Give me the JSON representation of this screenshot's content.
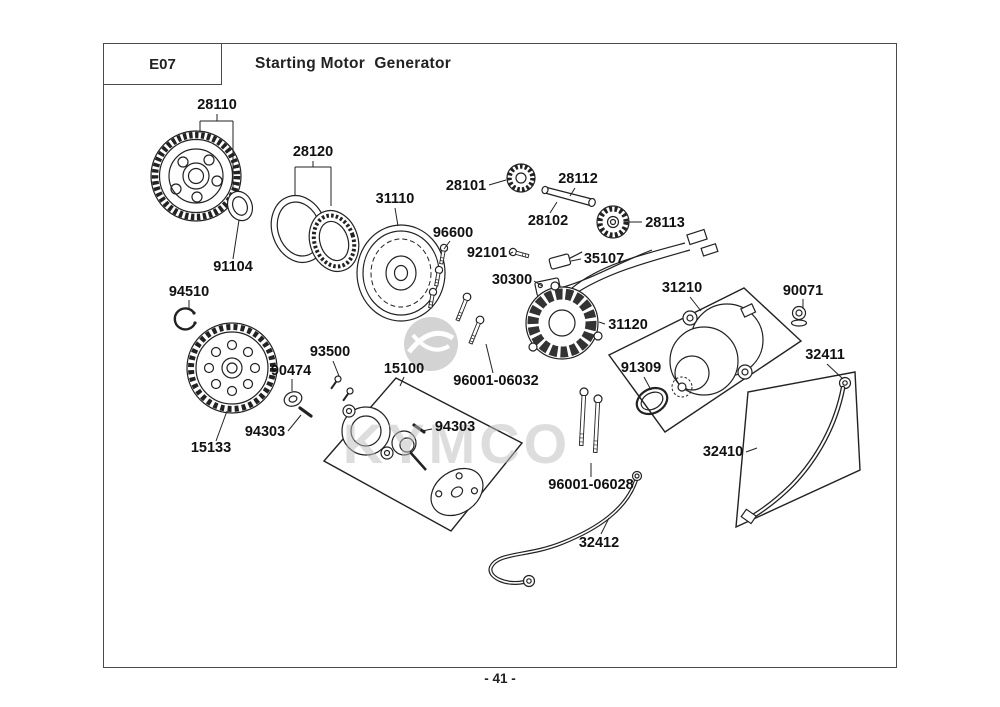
{
  "header": {
    "code": "E07",
    "title": "Starting Motor  Generator"
  },
  "footer": {
    "page": "- 41 -"
  },
  "watermark": "KYMCO",
  "colors": {
    "ink": "#1a1a1a",
    "watermark": "#bdbdbd",
    "paper": "#ffffff"
  },
  "parts": [
    "28110",
    "28120",
    "91104",
    "31110",
    "28101",
    "28112",
    "28102",
    "28113",
    "96600",
    "92101",
    "35107",
    "30300",
    "31120",
    "31210",
    "90071",
    "32411",
    "91309",
    "94510",
    "93500",
    "90474",
    "15100",
    "96001-06032",
    "94303",
    "94303",
    "15133",
    "32410",
    "96001-06028",
    "32412"
  ]
}
